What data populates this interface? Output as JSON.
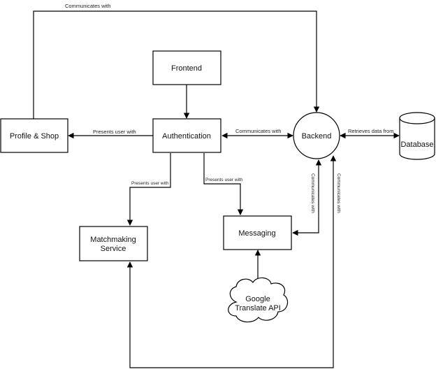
{
  "nodes": {
    "frontend": "Frontend",
    "authentication": "Authentication",
    "profile_shop": "Profile & Shop",
    "backend": "Backend",
    "database": "Database",
    "matchmaking_line1": "Matchmaking",
    "matchmaking_line2": "Service",
    "messaging": "Messaging",
    "google_line1": "Google",
    "google_line2": "Translate API"
  },
  "edges": {
    "profile_to_backend": "Communicates with",
    "auth_to_profile": "Presents user with",
    "auth_to_backend": "Communicates with",
    "backend_to_database": "Retrieves data from",
    "auth_to_matchmaking": "Presents user with",
    "auth_to_messaging": "Presents user with",
    "messaging_to_backend": "Communicates with",
    "matchmaking_to_backend": "Communicates with"
  }
}
